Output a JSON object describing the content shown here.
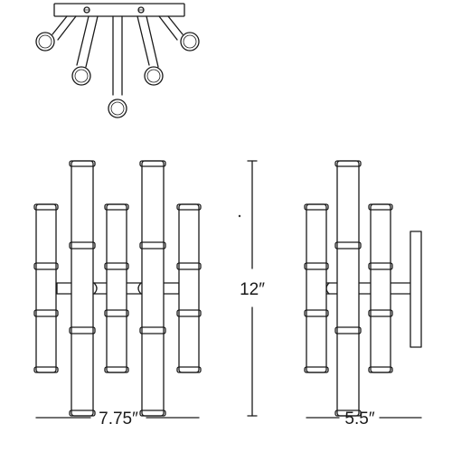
{
  "diagram": {
    "views": [
      "top-view",
      "front-view",
      "side-view"
    ],
    "dimensions": {
      "height": "12″",
      "width": "7.75″",
      "depth": "5.5″"
    },
    "colors": {
      "line": "#1a1a1a",
      "background": "#ffffff"
    }
  }
}
